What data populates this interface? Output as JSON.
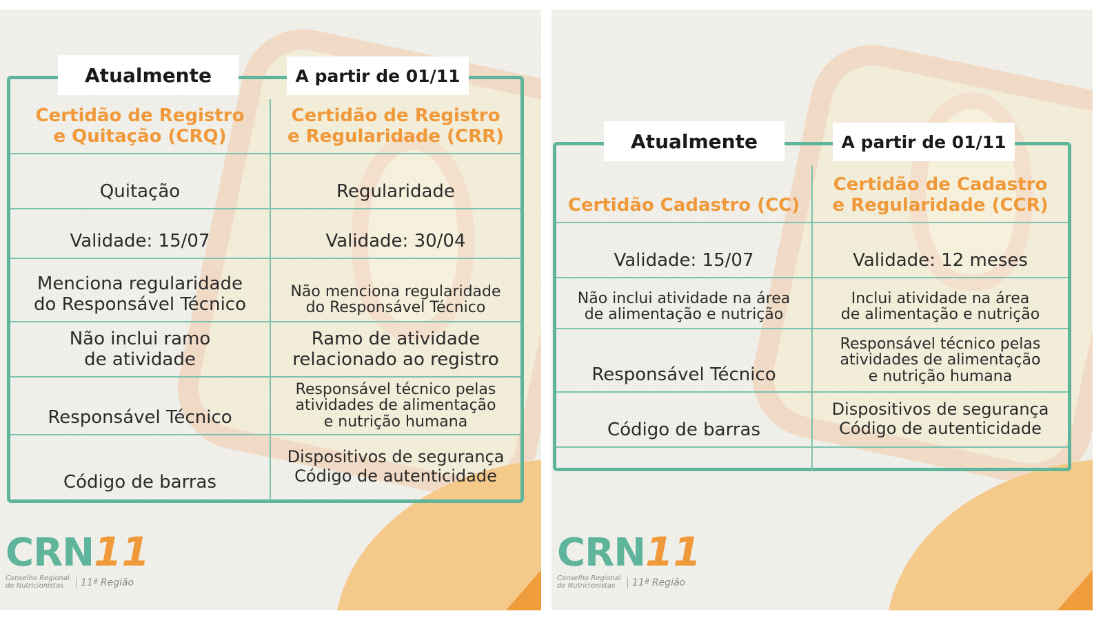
{
  "left": {
    "header_current": "Atualmente",
    "header_new": "A partir de 01/11",
    "rows": [
      [
        "Certidão de Registro\ne Quitação (CRQ)",
        "Certidão de Registro\ne Regularidade (CRR)"
      ],
      [
        "Quitação",
        "Regularidade"
      ],
      [
        "Validade: 15/07",
        "Validade: 30/04"
      ],
      [
        "Menciona regularidade\ndo Responsável Técnico",
        "Não menciona regularidade\ndo Responsável Técnico"
      ],
      [
        "Não inclui ramo\nde atividade",
        "Ramo de atividade\nrelacionado ao registro"
      ],
      [
        "Responsável Técnico",
        "Responsável técnico pelas\natividades de alimentação\ne nutrição humana"
      ],
      [
        "Código de barras",
        "Dispositivos de segurança\nCódigo de autenticidade"
      ]
    ]
  },
  "right": {
    "header_current": "Atualmente",
    "header_new": "A partir de 01/11",
    "rows": [
      [
        "Certidão Cadastro (CC)",
        "Certidão de Cadastro\ne Regularidade (CCR)"
      ],
      [
        "Validade: 15/07",
        "Validade: 12 meses"
      ],
      [
        "Não inclui atividade na área\nde alimentação e nutrição",
        "Inclui atividade na área\nde alimentação e nutrição"
      ],
      [
        "Responsável Técnico",
        "Responsável técnico pelas\natividades de alimentação\ne nutrição humana"
      ],
      [
        "Código de barras",
        "Dispositivos de segurança\nCódigo de autenticidade"
      ],
      [
        "",
        ""
      ]
    ]
  },
  "logo": {
    "name": "CRN",
    "number": "11",
    "subtitle_left": "Conselho Regional\nde Nutricionistas",
    "subtitle_right": "11ª Região"
  },
  "colors": {
    "accent_green": "#5fb49c",
    "accent_orange": "#f0993a"
  }
}
